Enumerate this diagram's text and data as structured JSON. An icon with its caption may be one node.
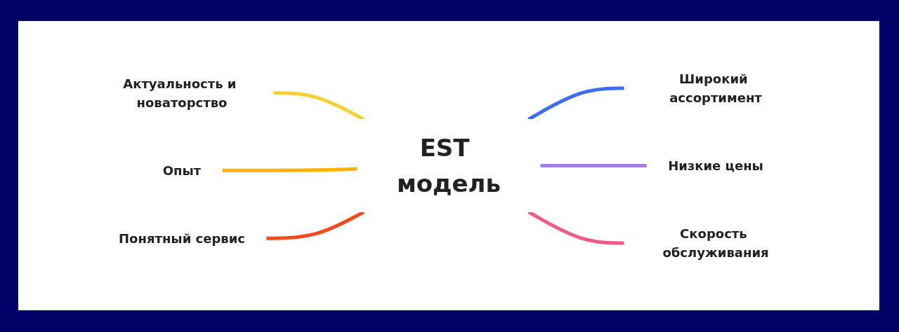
{
  "diagram": {
    "nodes": [
      {
        "text": [
          "Актуальность и новаторство"
        ]
      },
      {
        "text": [
          "Широкий ассортимент"
        ]
      },
      {
        "text": [
          "Опыт"
        ]
      },
      {
        "text": [
          "EST модель"
        ]
      },
      {
        "text": [
          "Низкие цены"
        ]
      },
      {
        "text": [
          "Понятный сервис"
        ]
      },
      {
        "text": [
          "Скорость обслуживания"
        ]
      }
    ],
    "edges": [
      {
        "from": 0,
        "to": 3,
        "arrow": "none",
        "color": "#f9d030"
      },
      {
        "from": 2,
        "to": 3,
        "arrow": "none",
        "color": "#f9b208"
      },
      {
        "from": 5,
        "to": 3,
        "arrow": "none",
        "color": "#f5481e"
      },
      {
        "from": 3,
        "to": 1,
        "arrow": "none",
        "color": "#3b6ef5"
      },
      {
        "from": 3,
        "to": 4,
        "arrow": "none",
        "color": "#a67de8"
      },
      {
        "from": 3,
        "to": 6,
        "arrow": "none",
        "color": "#ef5a8a"
      }
    ]
  }
}
